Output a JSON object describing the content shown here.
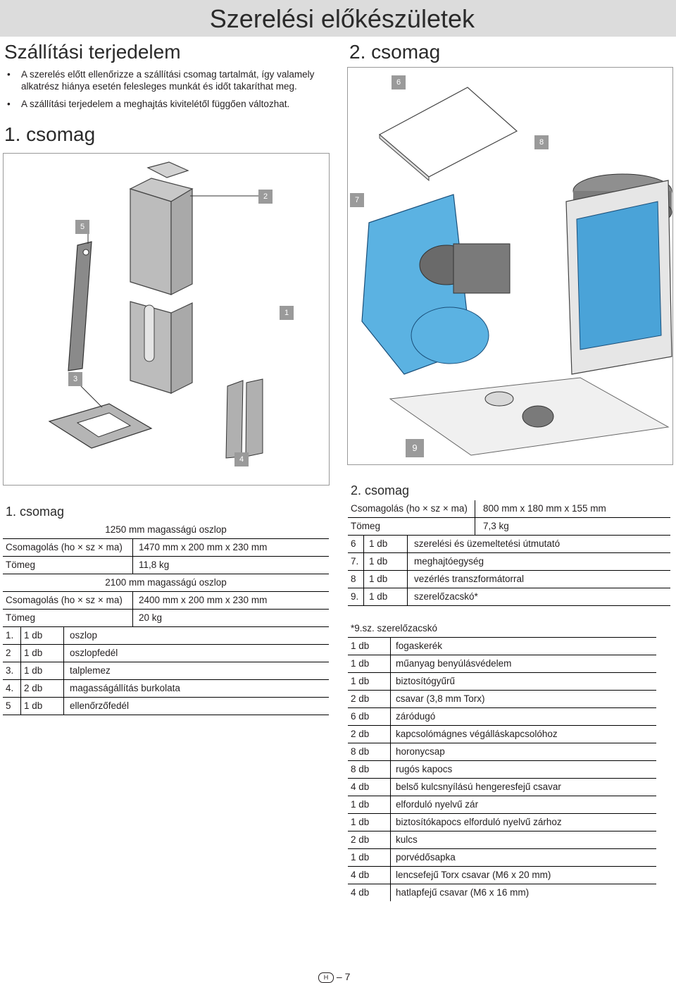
{
  "header": {
    "title": "Szerelési előkészületek"
  },
  "left": {
    "heading": "Szállítási terjedelem",
    "bullets": [
      "A szerelés előtt ellenőrizze a szállítási csomag tartalmát, így valamely alkatrész hiánya esetén felesleges munkát és időt takaríthat meg.",
      "A szállítási terjedelem a meghajtás kivitelétől függően változhat."
    ],
    "package1_heading": "1. csomag"
  },
  "right": {
    "package2_heading": "2. csomag"
  },
  "figure_tags": {
    "t1": "1",
    "t2": "2",
    "t3": "3",
    "t4": "4",
    "t5": "5",
    "t6": "6",
    "t7": "7",
    "t8": "8",
    "t9": "9"
  },
  "table1": {
    "title": "1. csomag",
    "sub1": "1250 mm magasságú oszlop",
    "dim_label": "Csomagolás (ho × sz × ma)",
    "dim1": "1470 mm x 200 mm x 230 mm",
    "weight_label": "Tömeg",
    "weight1": "11,8 kg",
    "sub2": "2100 mm magasságú oszlop",
    "dim2": "2400 mm x 200 mm x 230 mm",
    "weight2": "20 kg",
    "items": [
      {
        "no": "1.",
        "qty": "1 db",
        "name": "oszlop"
      },
      {
        "no": "2",
        "qty": "1 db",
        "name": "oszlopfedél"
      },
      {
        "no": "3.",
        "qty": "1 db",
        "name": "talplemez"
      },
      {
        "no": "4.",
        "qty": "2 db",
        "name": "magasságállítás burkolata"
      },
      {
        "no": "5",
        "qty": "1 db",
        "name": "ellenőrzőfedél"
      }
    ]
  },
  "table2": {
    "title": "2. csomag",
    "dim_label": "Csomagolás (ho × sz × ma)",
    "dim": "800 mm x 180 mm x 155 mm",
    "weight_label": "Tömeg",
    "weight": "7,3 kg",
    "items": [
      {
        "no": "6",
        "qty": "1 db",
        "name": "szerelési és üzemeltetési útmutató"
      },
      {
        "no": "7.",
        "qty": "1 db",
        "name": "meghajtóegység"
      },
      {
        "no": "8",
        "qty": "1 db",
        "name": "vezérlés transzformátorral"
      },
      {
        "no": "9.",
        "qty": "1 db",
        "name": "szerelőzacskó*"
      }
    ]
  },
  "table3": {
    "title": "*9.sz. szerelőzacskó",
    "items": [
      {
        "qty": "1 db",
        "name": "fogaskerék"
      },
      {
        "qty": "1 db",
        "name": "műanyag benyúlásvédelem"
      },
      {
        "qty": "1 db",
        "name": "biztosítógyűrű"
      },
      {
        "qty": "2 db",
        "name": "csavar (3,8 mm Torx)"
      },
      {
        "qty": "6 db",
        "name": "záródugó"
      },
      {
        "qty": "2 db",
        "name": "kapcsolómágnes végálláskapcsolóhoz"
      },
      {
        "qty": "8 db",
        "name": "horonycsap"
      },
      {
        "qty": "8 db",
        "name": "rugós kapocs"
      },
      {
        "qty": "4 db",
        "name": "belső kulcsnyílású hengeresfejű csavar"
      },
      {
        "qty": "1 db",
        "name": "elforduló nyelvű zár"
      },
      {
        "qty": "1 db",
        "name": "biztosítókapocs elforduló nyelvű zárhoz"
      },
      {
        "qty": "2 db",
        "name": "kulcs"
      },
      {
        "qty": "1 db",
        "name": "porvédősapka"
      },
      {
        "qty": "4 db",
        "name": "lencsefejű Torx csavar (M6 x 20 mm)"
      },
      {
        "qty": "4 db",
        "name": "hatlapfejű csavar (M6 x 16 mm)"
      }
    ]
  },
  "footer": {
    "country": "H",
    "page": "7"
  }
}
